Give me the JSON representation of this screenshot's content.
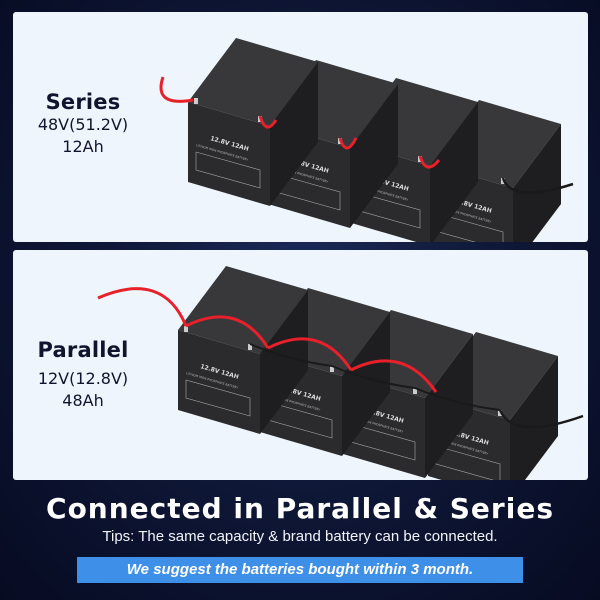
{
  "panels": {
    "series": {
      "title": "Series",
      "voltage": "48V(51.2V)",
      "capacity": "12Ah"
    },
    "parallel": {
      "title": "Parallel",
      "voltage": "12V(12.8V)",
      "capacity": "48Ah"
    }
  },
  "battery": {
    "model_label": "12.8V 12AH",
    "type_label": "LITHIUM IRON PHOSPHATE BATTERY",
    "count_per_panel": 4
  },
  "headline": "Connected in Parallel & Series",
  "tips": "Tips:  The same capacity & brand battery can be connected.",
  "banner": "We suggest the batteries bought within 3 month.",
  "colors": {
    "background": "#0f1838",
    "panel": "#eef5fc",
    "battery": "#2b2b2e",
    "wire_positive": "#e8202a",
    "wire_negative": "#1a1a1a",
    "banner": "#3d8fe8"
  }
}
